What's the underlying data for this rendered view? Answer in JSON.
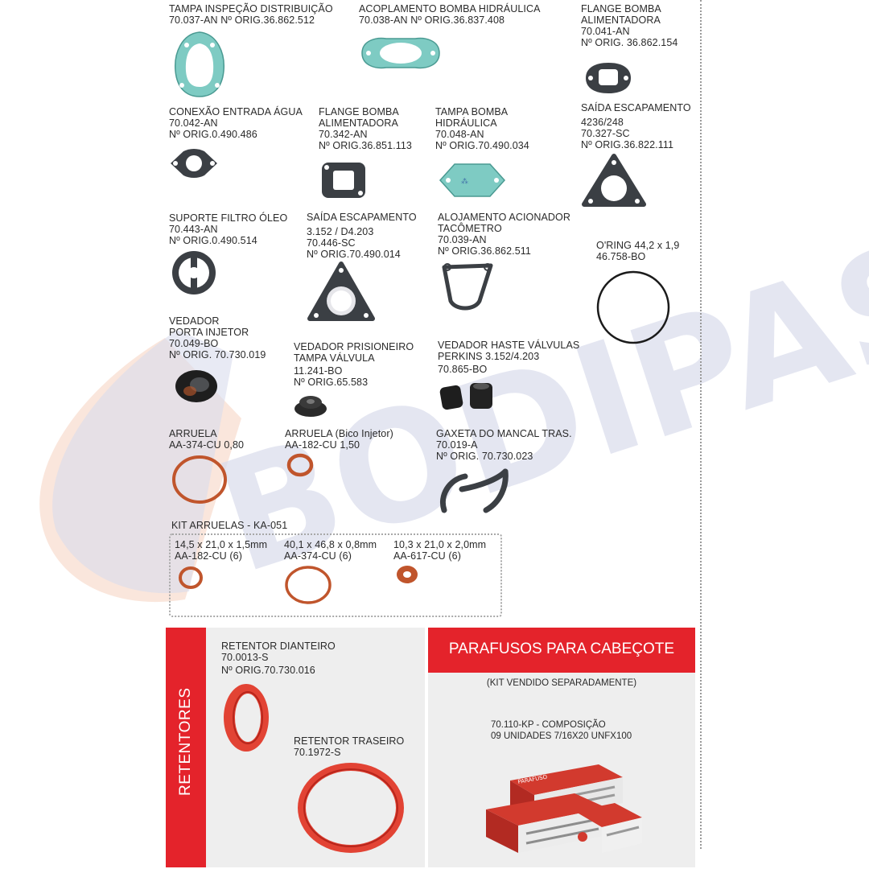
{
  "brand": {
    "watermark": "BODIPASA",
    "colors": {
      "red": "#e4232b",
      "gasket": "#7ecbc3",
      "graphite": "#3b3f44",
      "copper": "#c0552c",
      "silicone": "#e24334"
    }
  },
  "items": [
    {
      "lines": [
        "TAMPA INSPEÇÃO DISTRIBUIÇÃO",
        "70.037-AN Nº ORIG.36.862.512"
      ]
    },
    {
      "lines": [
        "ACOPLAMENTO BOMBA HIDRÁULICA",
        "70.038-AN Nº ORIG.36.837.408"
      ]
    },
    {
      "lines": [
        "FLANGE BOMBA",
        "ALIMENTADORA",
        "70.041-AN",
        "Nº ORIG. 36.862.154"
      ]
    },
    {
      "lines": [
        "CONEXÃO ENTRADA ÁGUA",
        "70.042-AN",
        "Nº ORIG.0.490.486"
      ]
    },
    {
      "lines": [
        "FLANGE BOMBA",
        "ALIMENTADORA",
        "70.342-AN",
        "Nº ORIG.36.851.113"
      ]
    },
    {
      "lines": [
        "TAMPA BOMBA",
        "HIDRÁULICA",
        "70.048-AN",
        "Nº ORIG.70.490.034"
      ]
    },
    {
      "lines": [
        "SAÍDA ESCAPAMENTO",
        "4236/248",
        "70.327-SC",
        "Nº ORIG.36.822.111"
      ]
    },
    {
      "lines": [
        "SUPORTE FILTRO ÓLEO",
        "70.443-AN",
        "Nº ORIG.0.490.514"
      ]
    },
    {
      "lines": [
        "SAÍDA ESCAPAMENTO",
        "3.152 / D4.203",
        "70.446-SC",
        "Nº ORIG.70.490.014"
      ]
    },
    {
      "lines": [
        "ALOJAMENTO ACIONADOR",
        "TACÔMETRO",
        "70.039-AN",
        "Nº ORIG.36.862.511"
      ]
    },
    {
      "lines": [
        "O'RING 44,2 x 1,9",
        "46.758-BO"
      ]
    },
    {
      "lines": [
        "VEDADOR",
        "PORTA INJETOR",
        "70.049-BO",
        "Nº ORIG. 70.730.019"
      ]
    },
    {
      "lines": [
        "VEDADOR PRISIONEIRO",
        "TAMPA VÁLVULA",
        "11.241-BO",
        "Nº ORIG.65.583"
      ]
    },
    {
      "lines": [
        "VEDADOR HASTE VÁLVULAS",
        "PERKINS 3.152/4.203",
        "70.865-BO"
      ]
    },
    {
      "lines": [
        "ARRUELA",
        "AA-374-CU 0,80"
      ]
    },
    {
      "lines": [
        "ARRUELA (Bico Injetor)",
        "AA-182-CU 1,50"
      ]
    },
    {
      "lines": [
        "GAXETA DO MANCAL TRAS.",
        "70.019-A",
        "Nº ORIG. 70.730.023"
      ]
    }
  ],
  "kit": {
    "title": "KIT ARRUELAS - KA-051",
    "entries": [
      {
        "lines": [
          "14,5 x 21,0 x 1,5mm",
          "AA-182-CU (6)"
        ]
      },
      {
        "lines": [
          "40,1 x 46,8 x 0,8mm",
          "AA-374-CU (6)"
        ]
      },
      {
        "lines": [
          "10,3 x 21,0 x 2,0mm",
          "AA-617-CU (6)"
        ]
      }
    ]
  },
  "retentores": {
    "label": "RETENTORES",
    "items": [
      {
        "lines": [
          "RETENTOR DIANTEIRO",
          "70.0013-S",
          "Nº ORIG.70.730.016"
        ]
      },
      {
        "lines": [
          "RETENTOR TRASEIRO",
          "70.1972-S"
        ]
      }
    ]
  },
  "parafusos": {
    "title": "PARAFUSOS PARA CABEÇOTE",
    "note": "(KIT VENDIDO SEPARADAMENTE)",
    "lines": [
      "70.110-KP  - COMPOSIÇÃO",
      "09 UNIDADES 7/16X20 UNFX100"
    ],
    "box_label": "PARAFUSO"
  }
}
